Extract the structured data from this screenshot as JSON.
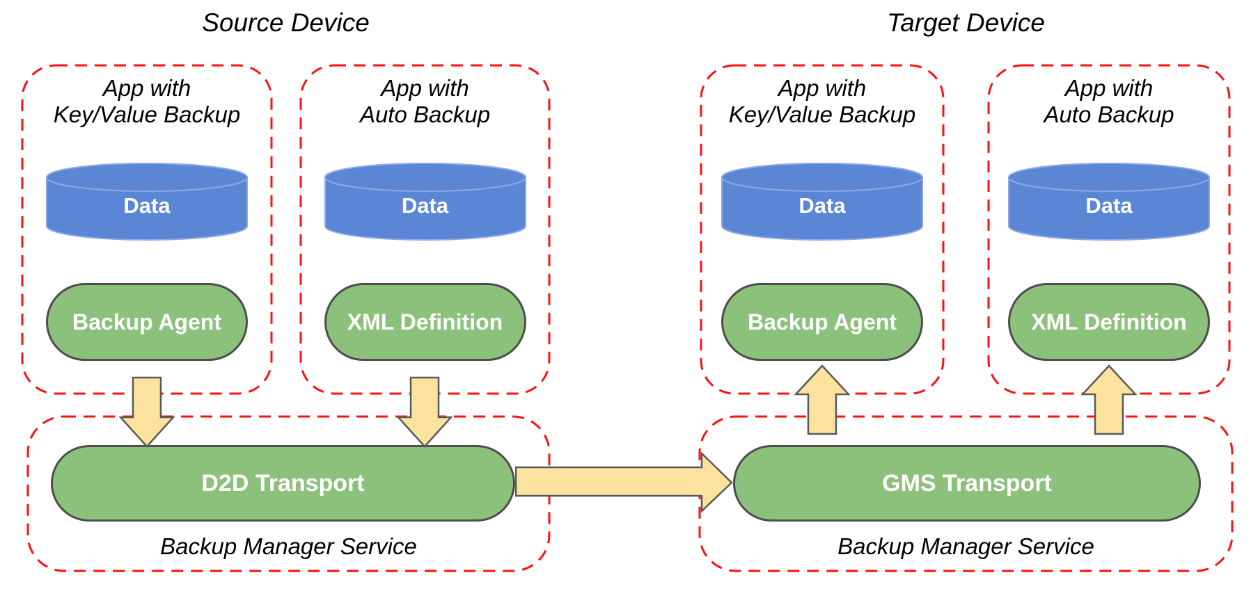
{
  "colors": {
    "red_dash": "#ff0f0f",
    "green_fill": "#8cc17c",
    "green_border": "#4d4d4d",
    "blue_fill": "#5b86d5",
    "blue_stroke": "#8ea9e2",
    "yellow_fill": "#fbe39e",
    "yellow_border": "#595959",
    "pill_text": "#ffffff",
    "label_text": "#000000"
  },
  "source": {
    "title": "Source Device",
    "apps": [
      {
        "name_line1": "App with",
        "name_line2": "Key/Value Backup",
        "store": "Data",
        "component": "Backup Agent"
      },
      {
        "name_line1": "App with",
        "name_line2": "Auto Backup",
        "store": "Data",
        "component": "XML Definition"
      }
    ],
    "service": {
      "transport": "D2D Transport",
      "name": "Backup Manager Service"
    }
  },
  "target": {
    "title": "Target Device",
    "apps": [
      {
        "name_line1": "App with",
        "name_line2": "Key/Value Backup",
        "store": "Data",
        "component": "Backup Agent"
      },
      {
        "name_line1": "App with",
        "name_line2": "Auto Backup",
        "store": "Data",
        "component": "XML Definition"
      }
    ],
    "service": {
      "transport": "GMS Transport",
      "name": "Backup Manager Service"
    }
  },
  "arrows": {
    "source_app1_to_service": "down",
    "source_app2_to_service": "down",
    "d2d_to_gms": "right",
    "service_to_target_app1": "up",
    "service_to_target_app2": "up"
  }
}
